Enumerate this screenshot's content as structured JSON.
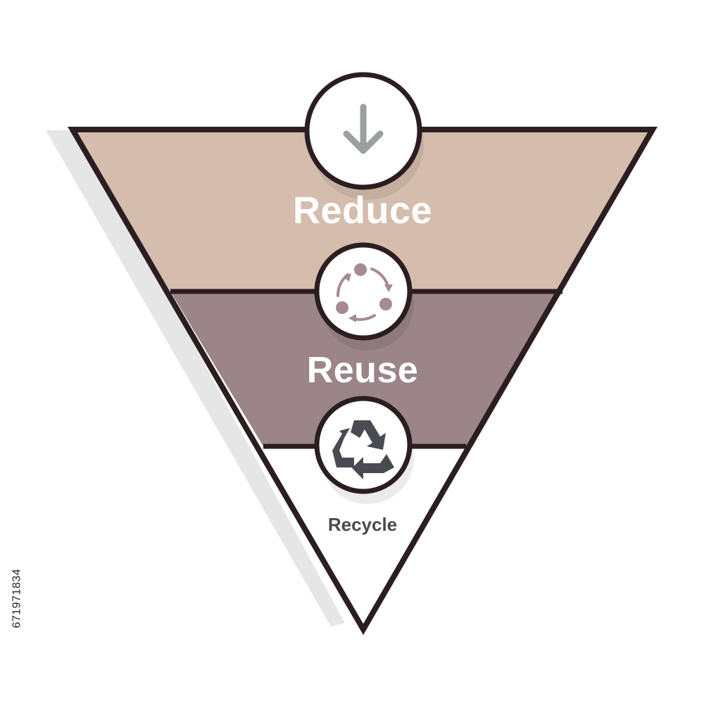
{
  "diagram": {
    "tiers": [
      {
        "label": "Reduce",
        "icon": "down-arrow-icon",
        "color": "#d5bdad"
      },
      {
        "label": "Reuse",
        "icon": "circular-reuse-icon",
        "color": "#9b8588"
      },
      {
        "label": "Recycle",
        "icon": "recycle-icon",
        "color": "#ffffff"
      }
    ],
    "outline_color": "#2b1d20",
    "shadow_color": "#e6e6e6"
  },
  "stock_id": "671971834"
}
